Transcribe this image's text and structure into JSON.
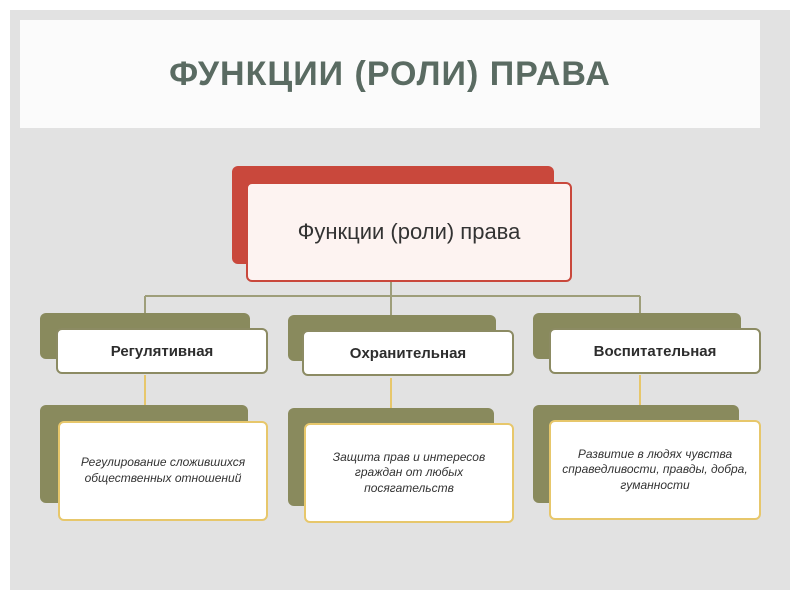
{
  "slide": {
    "title": "ФУНКЦИИ (РОЛИ) ПРАВА",
    "root": "Функции (роли) права",
    "branches": [
      {
        "name": "Регулятивная",
        "description": "Регулирование сложившихся общественных отношений"
      },
      {
        "name": "Охранительная",
        "description": "Защита прав и интересов граждан от любых посягательств"
      },
      {
        "name": "Воспитательная",
        "description": "Развитие в людях чувства справедливости, правды, добра, гуманности"
      }
    ]
  },
  "colors": {
    "title_text": "#5a6b62",
    "root_accent": "#c9483c",
    "branch_accent": "#898a5d",
    "description_border": "#e7c76b"
  }
}
